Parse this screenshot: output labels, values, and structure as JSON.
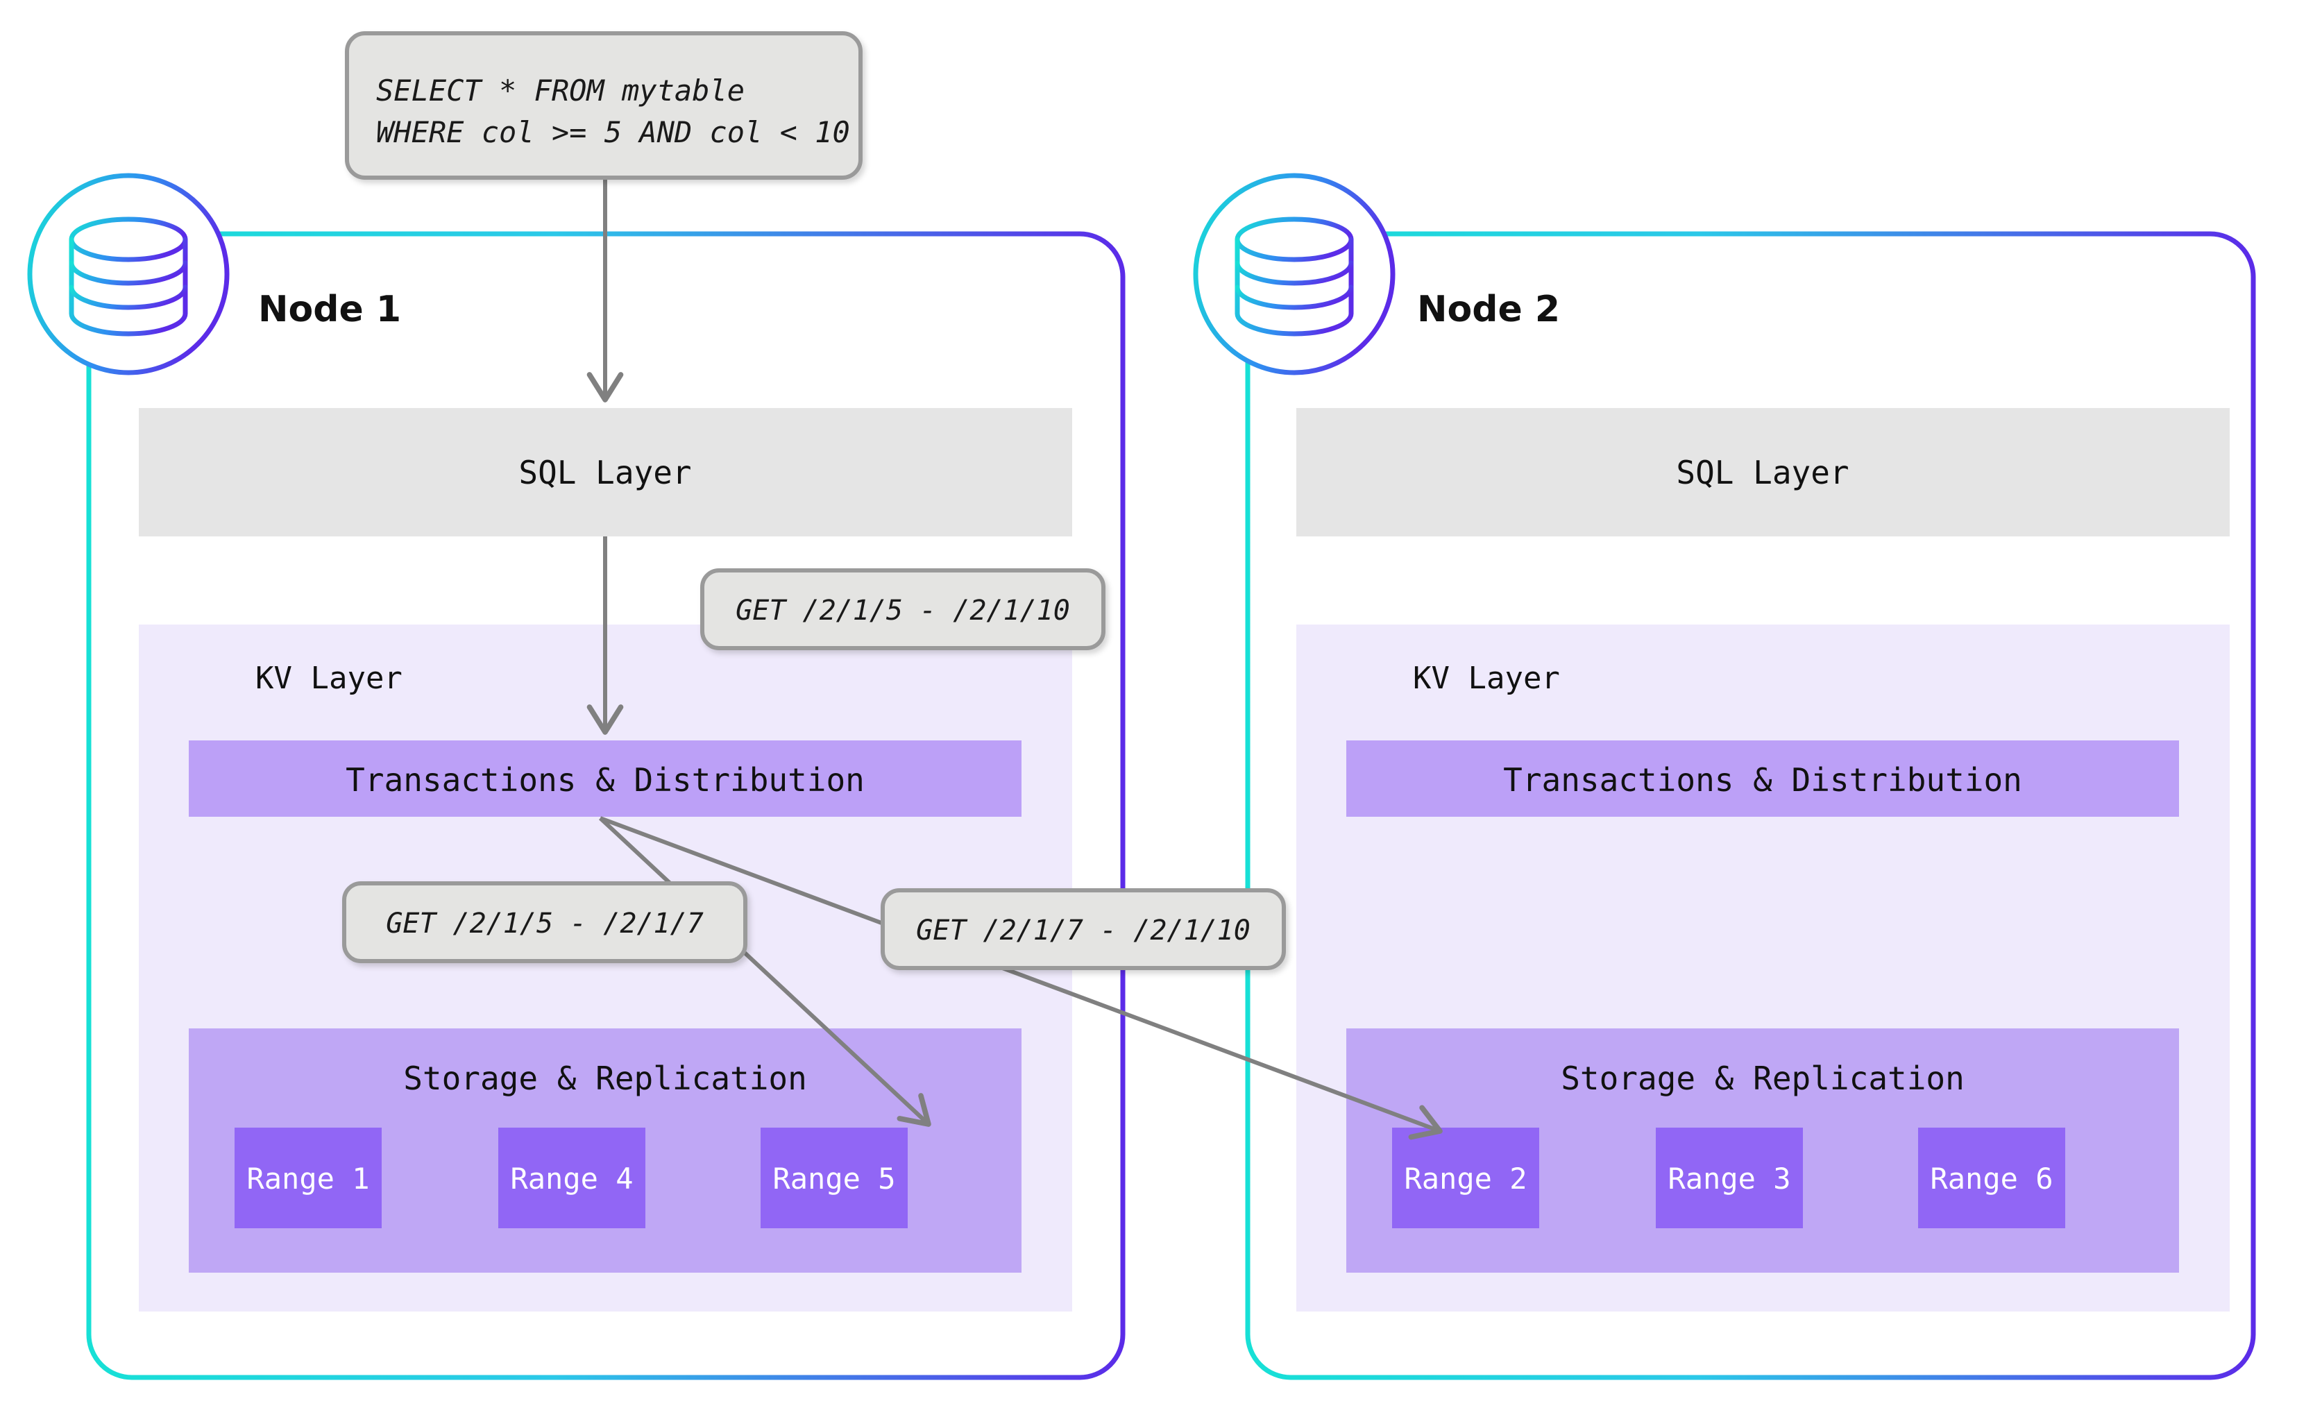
{
  "query_box": {
    "line1": "SELECT * FROM mytable",
    "line2": "WHERE col >= 5 AND col < 10"
  },
  "nodes": [
    {
      "title": "Node 1",
      "sql_layer_label": "SQL Layer",
      "kv_layer_label": "KV Layer",
      "transactions_label": "Transactions & Distribution",
      "storage_label": "Storage & Replication",
      "ranges": [
        "Range 1",
        "Range 4",
        "Range 5"
      ]
    },
    {
      "title": "Node 2",
      "sql_layer_label": "SQL Layer",
      "kv_layer_label": "KV Layer",
      "transactions_label": "Transactions & Distribution",
      "storage_label": "Storage & Replication",
      "ranges": [
        "Range 2",
        "Range 3",
        "Range 6"
      ]
    }
  ],
  "tooltips": {
    "kv_request": "GET /2/1/5 - /2/1/10",
    "range_local": "GET /2/1/5 - /2/1/7",
    "range_remote": "GET /2/1/7 - /2/1/10"
  },
  "icons": {
    "database": "database-cylinder-icon"
  },
  "colors": {
    "node_border_start": "#17E0D6",
    "node_border_end": "#5B2BE8",
    "sql_layer_bg": "#E5E5E5",
    "kv_layer_bg": "#EFEAFC",
    "transactions_bg": "#BCA0F7",
    "storage_bg": "#BFA7F5",
    "range_bg": "#9166F5",
    "tooltip_bg": "#E4E4E2",
    "tooltip_border": "#9A9A9A",
    "arrow": "#808080",
    "page_bg": "#FFFFFF"
  }
}
